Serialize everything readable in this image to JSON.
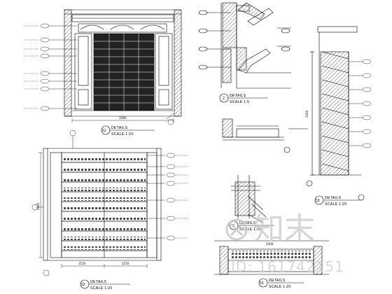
{
  "sheet": {
    "details": [
      {
        "number": "51",
        "title": "DETAILS",
        "sub": "SCALE 1:20"
      },
      {
        "number": "2",
        "title": "DETAILS",
        "sub": "SCALE 1:5"
      },
      {
        "number": "53",
        "title": "DETAILS",
        "sub": "SCALE 1:20"
      },
      {
        "number": "52",
        "title": "DETAILS",
        "sub": "SCALE 1:20"
      },
      {
        "number": "2",
        "title": "DETAILS",
        "sub": "SCALE 1:20"
      },
      {
        "number": "53",
        "title": "DETAILS",
        "sub": "SCALE 1:20"
      }
    ],
    "dims": {
      "a_total": "1560",
      "b_left": "1150",
      "b_right": "1150",
      "b_total": "2960",
      "c_height": "2000",
      "d_height": "2400",
      "e_width": "2400"
    }
  },
  "watermark": {
    "logo": "知末",
    "id": "ID: 161742151"
  }
}
